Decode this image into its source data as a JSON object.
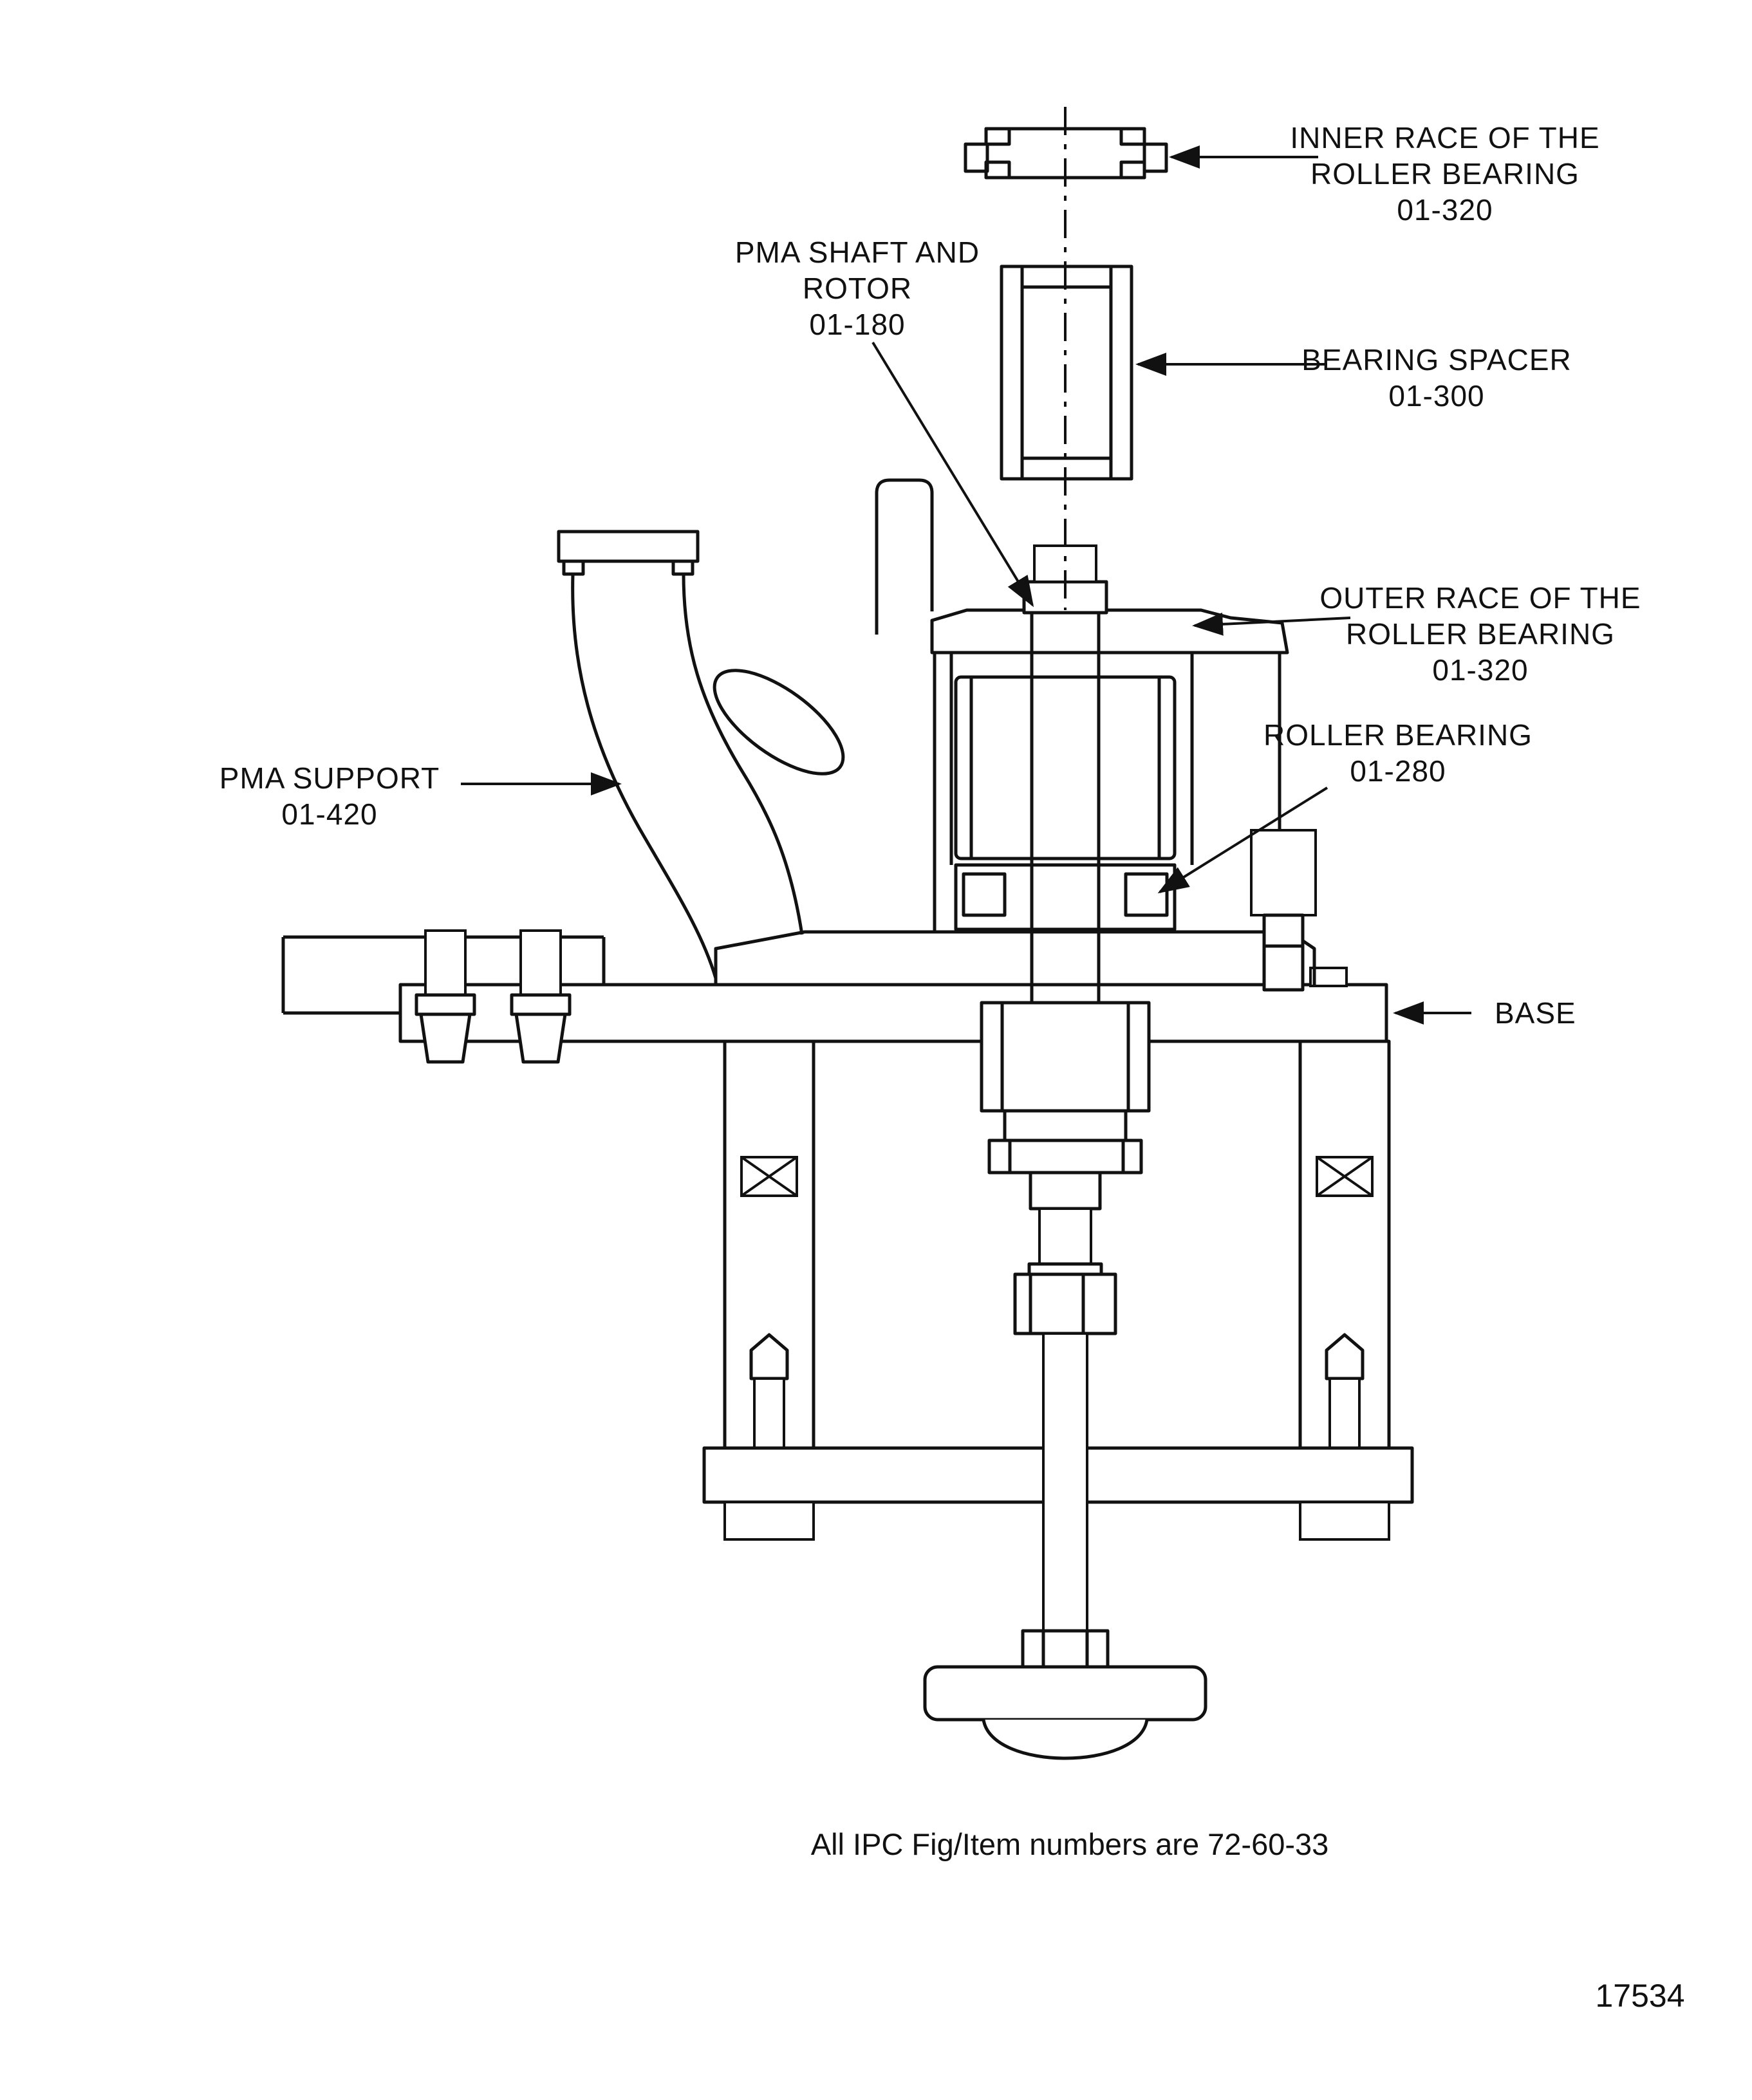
{
  "figure": {
    "caption": "All IPC Fig/Item numbers are 72-60-33",
    "figure_number": "17534"
  },
  "labels": {
    "inner_race": {
      "lines": [
        "INNER RACE OF THE",
        "ROLLER BEARING",
        "01-320"
      ]
    },
    "pma_shaft_rotor": {
      "lines": [
        "PMA SHAFT AND",
        "ROTOR",
        "01-180"
      ]
    },
    "bearing_spacer": {
      "lines": [
        "BEARING SPACER",
        "01-300"
      ]
    },
    "outer_race": {
      "lines": [
        "OUTER RACE OF THE",
        "ROLLER BEARING",
        "01-320"
      ]
    },
    "roller_bearing": {
      "lines": [
        "ROLLER BEARING",
        "01-280"
      ]
    },
    "pma_support": {
      "lines": [
        "PMA SUPPORT",
        "01-420"
      ]
    },
    "base": {
      "lines": [
        "BASE"
      ]
    }
  },
  "colors": {
    "ink": "#111111",
    "paper": "#ffffff"
  }
}
